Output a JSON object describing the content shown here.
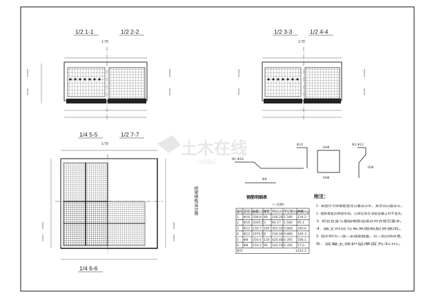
{
  "sections": {
    "s11": "1/2 1-1",
    "s22": "1/2 2-2",
    "s33": "1/2 3-3",
    "s44": "1/2 4-4",
    "s55": "1/4 5-5",
    "s77": "1/2 7-7",
    "s66": "1/4 6-6"
  },
  "scale": "1:70",
  "vertical_note": "桥梁结构设计图",
  "table": {
    "title": "钢筋明细表",
    "subtitle": "(一孔桥)",
    "headers": [
      "编号",
      "直径(mm)",
      "长度(cm)",
      "根数",
      "共长(m)",
      "单位重(kg/m)",
      "共重(kg)"
    ],
    "rows": [
      [
        "1",
        "Φ16",
        "308.8",
        "48",
        "148.24",
        "1.580",
        "234.2"
      ],
      [
        "2",
        "Φ16",
        "2005.5",
        "3",
        "60.17",
        "1.580",
        "95.1"
      ],
      [
        "3",
        "Φ12",
        "239.7",
        "160",
        "383.52",
        "0.888",
        "340.6"
      ],
      [
        "4",
        "Φ12",
        "1975.5",
        "8",
        "158.04",
        "0.888",
        "140.3"
      ],
      [
        "5",
        "Φ8",
        "350.4",
        "120",
        "420.48",
        "0.395",
        "166.1"
      ],
      [
        "6",
        "Φ8",
        "150.2",
        "96",
        "144.19",
        "0.395",
        "57.0"
      ]
    ],
    "total_label": "合计",
    "total_value": "1033.3"
  },
  "notes_title": "附注：",
  "notes": [
    "1. 本图尺寸除钢筋直径以毫米计外，其余均以厘米计。",
    "2. 钢筋骨架应焊接牢固，以保证其在浇筑混凝土时不变形。",
    "3. 桥台台身与基础钢筋连接应符合规范要求。",
    "4. 施工时应与有关图纸配合使用。",
    "5. 图中N5为一侧一半钢筋数量，另一侧对称布置。",
    "6. 混凝土保护层厚度为3cm。"
  ],
  "bar_shapes": {
    "b1_label": "N1 Φ16",
    "b2_label": "Φ12",
    "b3_label": "N3 Φ12",
    "b4_label": "Φ8",
    "dim_a": "64Φ",
    "dim_b": "64Φ",
    "dim_c": "35Φ"
  },
  "watermark": {
    "text": "土木在线",
    "sub": "COIBE"
  }
}
